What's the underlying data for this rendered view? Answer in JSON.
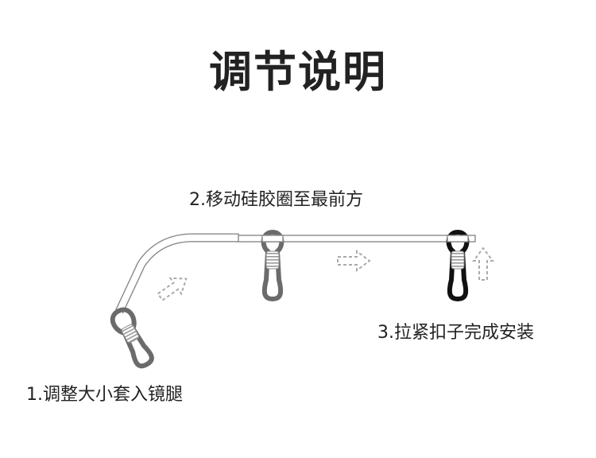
{
  "title": "调节说明",
  "steps": [
    {
      "label": "1.调整大小套入镜腿"
    },
    {
      "label": "2.移动硅胶圈至最前方"
    },
    {
      "label": "3.拉紧扣子完成安装"
    }
  ],
  "icons": {
    "arrow_1": "dashed-arrow-up-right-icon",
    "arrow_2": "dashed-arrow-right-icon",
    "arrow_3": "dashed-arrow-up-icon"
  },
  "colors": {
    "loop_gray": "#6b6b6b",
    "loop_black": "#111111",
    "wire": "#8a8a8a",
    "arrow": "#aaaaaa",
    "text": "#222222"
  }
}
